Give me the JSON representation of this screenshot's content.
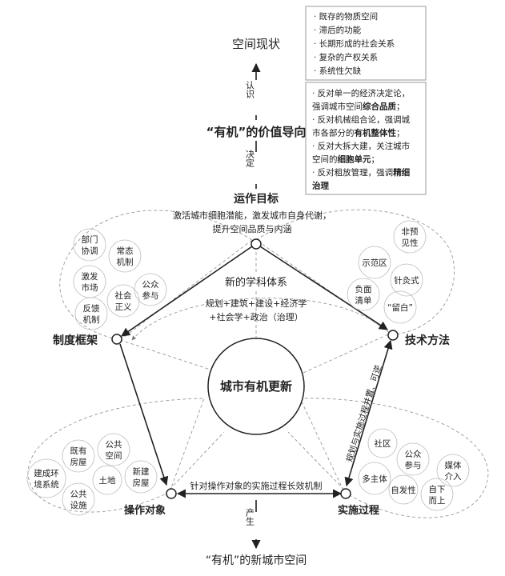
{
  "status_box": {
    "items": [
      "· 既存的物质空间",
      "· 滞后的功能",
      "· 长期形成的社会关系",
      "· 复杂的产权关系",
      "· 系统性欠缺"
    ]
  },
  "values_box": {
    "lines": [
      [
        {
          "t": "· 反对单一的经济决定论，"
        }
      ],
      [
        {
          "t": "强调城市空间"
        },
        {
          "t": "综合品质",
          "b": true
        },
        {
          "t": "；"
        }
      ],
      [
        {
          "t": "· 反对机械组合论，强调城"
        }
      ],
      [
        {
          "t": "市各部分的"
        },
        {
          "t": "有机整体性",
          "b": true
        },
        {
          "t": "；"
        }
      ],
      [
        {
          "t": "· 反对大拆大建，关注城市"
        }
      ],
      [
        {
          "t": "空间的"
        },
        {
          "t": "细胞单元",
          "b": true
        },
        {
          "t": "；"
        }
      ],
      [
        {
          "t": "· 反对粗放管理，强调"
        },
        {
          "t": "精细",
          "b": true
        }
      ],
      [
        {
          "t": "治理",
          "b": true
        }
      ]
    ]
  },
  "nodes": {
    "space_status": "空间现状",
    "recognize": "认识",
    "value_orientation": "“有机”的价值导向",
    "decide": "决定",
    "goal": "运作目标",
    "goal_desc_1": "激活城市细胞潜能，激发城市自身代谢，",
    "goal_desc_2": "提升空间品质与内涵",
    "discipline": "新的学科体系",
    "discipline_desc_1": "规划+建筑+建设+经济学",
    "discipline_desc_2": "+社会学+政治（治理）",
    "institution": "制度框架",
    "technique": "技术方法",
    "center": "城市有机更新",
    "operation_object": "操作对象",
    "implementation": "实施过程",
    "mechanism": "针对操作对象的实施过程长效机制",
    "feedback_label": "规划与实施过程并置、可逆",
    "produce": "产生",
    "new_space": "“有机”的新城市空间"
  },
  "institution_bubbles": [
    {
      "lines": [
        "部门",
        "协调"
      ]
    },
    {
      "lines": [
        "常态",
        "机制"
      ]
    },
    {
      "lines": [
        "激发",
        "市场"
      ]
    },
    {
      "lines": [
        "社会",
        "正义"
      ]
    },
    {
      "lines": [
        "公众",
        "参与"
      ]
    },
    {
      "lines": [
        "反馈",
        "机制"
      ]
    }
  ],
  "technique_bubbles": [
    {
      "lines": [
        "非预",
        "见性"
      ]
    },
    {
      "lines": [
        "示范区"
      ]
    },
    {
      "lines": [
        "针灸式"
      ]
    },
    {
      "lines": [
        "负面",
        "清单"
      ]
    },
    {
      "lines": [
        "“留白”"
      ]
    }
  ],
  "object_bubbles": [
    {
      "lines": [
        "既有",
        "房屋"
      ]
    },
    {
      "lines": [
        "公共",
        "空间"
      ]
    },
    {
      "lines": [
        "建成环",
        "境系统"
      ]
    },
    {
      "lines": [
        "土地"
      ]
    },
    {
      "lines": [
        "新建",
        "房屋"
      ]
    },
    {
      "lines": [
        "公共",
        "设施"
      ]
    }
  ],
  "implementation_bubbles": [
    {
      "lines": [
        "社区"
      ]
    },
    {
      "lines": [
        "公众",
        "参与"
      ]
    },
    {
      "lines": [
        "媒体",
        "介入"
      ]
    },
    {
      "lines": [
        "多主体"
      ]
    },
    {
      "lines": [
        "自发性"
      ]
    },
    {
      "lines": [
        "自下",
        "而上"
      ]
    }
  ]
}
